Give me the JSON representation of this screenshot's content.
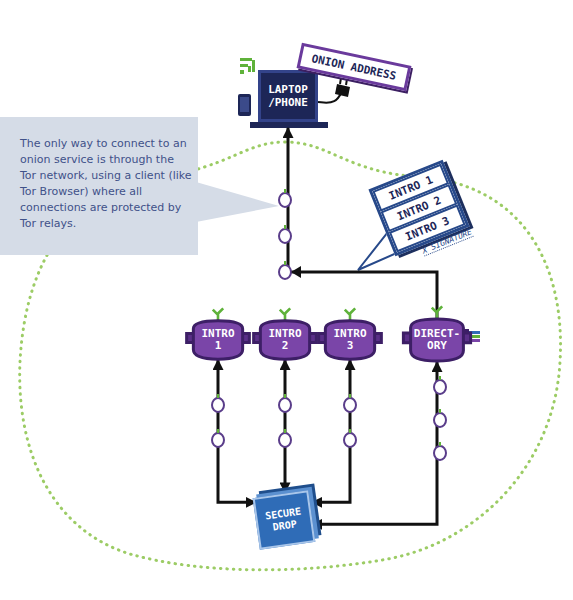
{
  "diagram": {
    "nodes": [
      {
        "text": [
          "LAPTOP /PHONE"
        ]
      },
      {
        "text": [
          "ONION ADDRESS"
        ]
      },
      {
        "text": [
          "The only way to connect to an onion service is through the Tor network, using a client (like Tor Browser) where all connections are protected by Tor relays."
        ]
      },
      {
        "text": [
          "INTRO 1"
        ]
      },
      {
        "text": [
          "INTRO 2"
        ]
      },
      {
        "text": [
          "INTRO 3"
        ]
      },
      {
        "text": [
          "INTRO 1"
        ]
      },
      {
        "text": [
          "INTRO 2"
        ]
      },
      {
        "text": [
          "INTRO 3"
        ]
      },
      {
        "text": [
          "DIRECT- ORY"
        ]
      },
      {
        "text": [
          "SECURE DROP"
        ]
      }
    ],
    "edges": [
      {
        "from": 10,
        "to": 6,
        "arrow": "both"
      },
      {
        "from": 10,
        "to": 7,
        "arrow": "both"
      },
      {
        "from": 10,
        "to": 8,
        "arrow": "both"
      },
      {
        "from": 10,
        "to": 9,
        "arrow": "both"
      },
      {
        "from": 9,
        "to": 0,
        "arrow": "to"
      },
      {
        "from": 0,
        "to": 1,
        "arrow": "none"
      }
    ],
    "labels": [
      "X SIGNATURE"
    ]
  }
}
